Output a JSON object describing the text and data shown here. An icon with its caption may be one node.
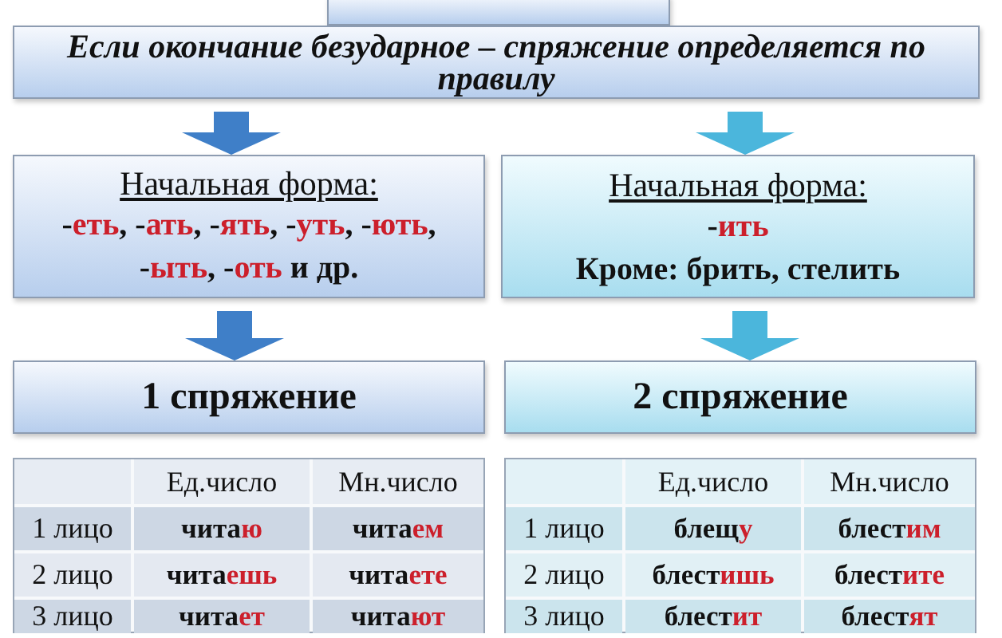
{
  "diagram": {
    "nodes": [
      {
        "text": [],
        "shape": "box"
      },
      {
        "text": [
          "Если окончание безударное – спряжение определяется по правилу"
        ]
      },
      {
        "text": [
          "Начальная форма:",
          "-**еть**, -**ать**, -**ять**, -**уть**, -**ють**, -**ыть**, -**оть** и др."
        ]
      },
      {
        "text": [
          "Начальная форма:",
          "-**ить**",
          "Кроме: брить, стелить"
        ]
      },
      {
        "text": [
          "1 спряжение"
        ]
      },
      {
        "text": [
          "2 спряжение"
        ]
      }
    ],
    "edges": [
      {
        "from": 1,
        "to": 2,
        "arrow": "to",
        "color": "#3f7fc8"
      },
      {
        "from": 1,
        "to": 3,
        "arrow": "to",
        "color": "#4bb6dc"
      },
      {
        "from": 2,
        "to": 4,
        "arrow": "to",
        "color": "#3f7fc8"
      },
      {
        "from": 3,
        "to": 5,
        "arrow": "to",
        "color": "#4bb6dc"
      }
    ],
    "labels": [
      "Ед.число",
      "Мн.число",
      "1 лицо",
      "чита**ю**",
      "чита**ем**",
      "2 лицо",
      "чита**ешь**",
      "чита**ете**",
      "3 лицо",
      "чита**ет**",
      "чита**ют**",
      "Ед.число",
      "Мн.число",
      "1 лицо",
      "блещ**у**",
      "блест**им**",
      "2 лицо",
      "блест**ишь**",
      "блест**ите**",
      "3 лицо",
      "блест**ит**",
      "блест**ят**"
    ]
  }
}
